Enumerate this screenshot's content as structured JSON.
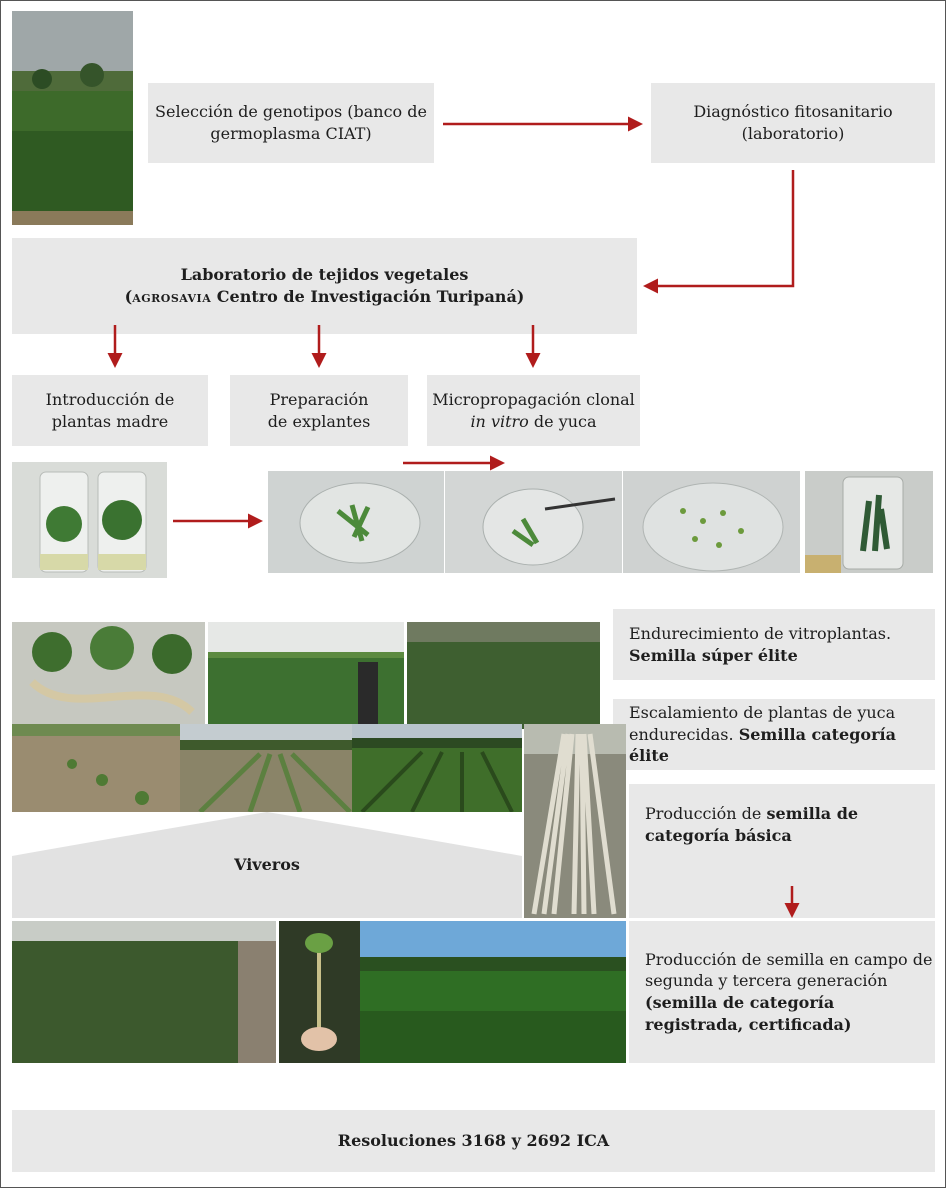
{
  "colors": {
    "box": "#e8e8e8",
    "arrow": "#b01c1c",
    "border": "#555555"
  },
  "nodes": {
    "seleccion": "Selección de genotipos (banco de germoplasma CIAT)",
    "diagnostico": "Diagnóstico fitosanitario (laboratorio)",
    "laboratorio_line1": "Laboratorio de tejidos vegetales",
    "laboratorio_open": "(",
    "laboratorio_org": "AGROSAVIA",
    "laboratorio_rest": " Centro de Investigación Turipaná)",
    "introduccion": "Introducción de plantas madre",
    "preparacion": "Preparación de explantes",
    "micro_pre": "Micropropagación clonal ",
    "micro_em": "in vitro",
    "micro_post": " de yuca",
    "endurecimiento_text": "Endurecimiento de vitroplantas. ",
    "endurecimiento_bold": "Semilla súper élite",
    "escalamiento_text": "Escalamiento de plantas de yuca endurecidas. ",
    "escalamiento_bold": "Semilla categoría élite",
    "basica_text": "Producción de ",
    "basica_bold": "semilla de categoría básica",
    "viveros": "Viveros",
    "campo_text": "Producción de semilla en campo de segunda y tercera generación ",
    "campo_bold": "(semilla de categoría registrada, certificada)",
    "resoluciones": "Resoluciones 3168 y 2692 ICA"
  },
  "photos": [
    "cassava-field-photo",
    "vitro-jars-photo",
    "petri-dish-explants-photo",
    "petri-dish-forceps-photo",
    "petri-dish-buds-photo",
    "in-vitro-plantlets-photo",
    "plantlets-bundle-photo",
    "greenhouse-trays-photo",
    "seedling-trays-photo",
    "nursery-rows-photo",
    "field-rows-photo",
    "cassava-crop-photo",
    "stem-stakes-photo",
    "nursery-trays-photo",
    "hand-sprout-photo",
    "cassava-plantation-photo"
  ]
}
